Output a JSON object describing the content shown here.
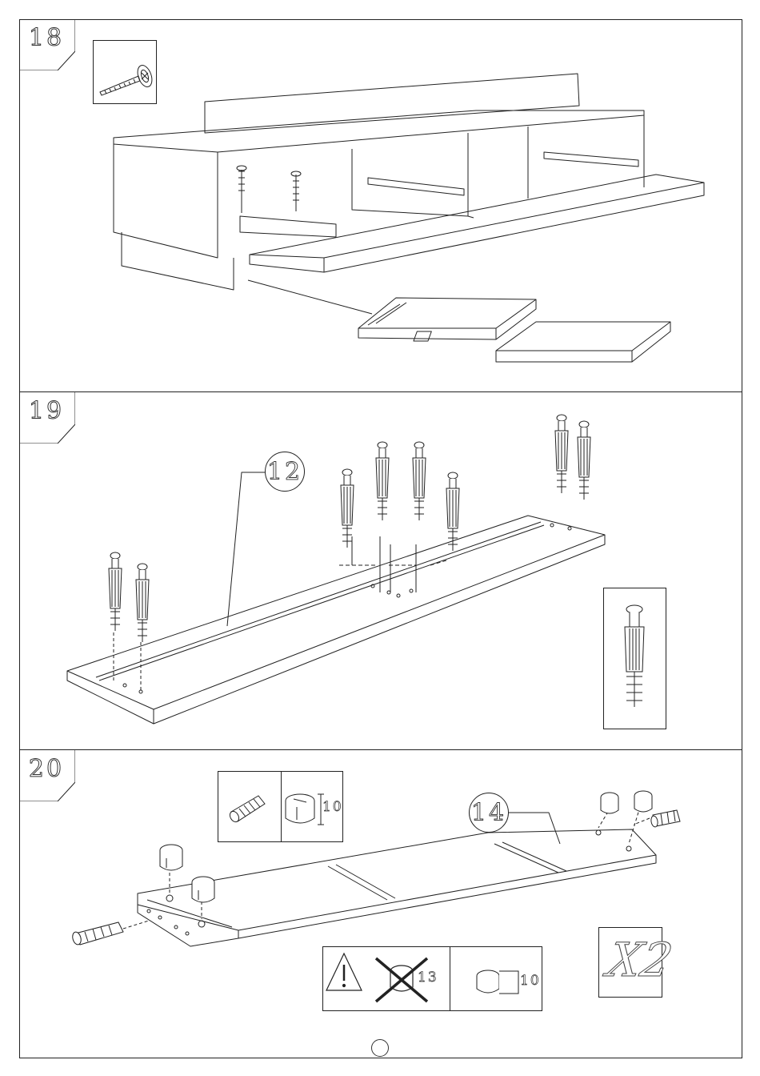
{
  "steps": [
    {
      "number": "18"
    },
    {
      "number": "19",
      "callout": "12"
    },
    {
      "number": "20",
      "callout": "14",
      "dim_ok": "10",
      "dim_bad": "13",
      "dim_ok2": "10",
      "multiplier": "X2"
    }
  ],
  "icons": [
    "screw-icon",
    "cam-bolt-icon",
    "wooden-dowel-icon",
    "cam-lock-icon",
    "warning-icon"
  ],
  "page_number": ""
}
